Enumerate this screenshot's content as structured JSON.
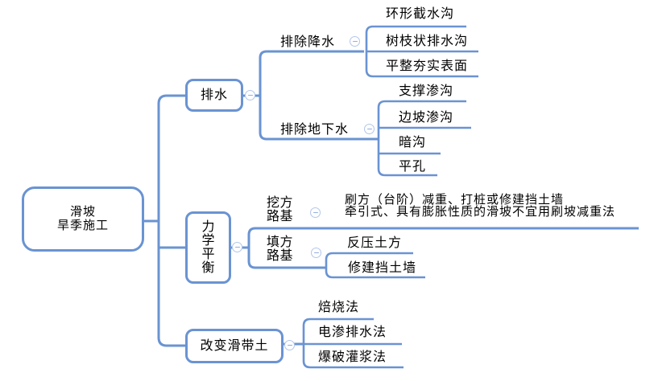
{
  "palette": {
    "line_blue": "#6a93d2",
    "icon_border_blue": "#b3c6ea",
    "icon_glyph_blue": "#93afdf",
    "text": "#000000",
    "background": "#ffffff"
  },
  "icons": {
    "collapse": "minus-circle"
  },
  "root": {
    "line1": "滑坡",
    "line2": "旱季施工"
  },
  "branch_drainage": {
    "label": "排水",
    "rain": {
      "label": "排除降水",
      "items": [
        "环形截水沟",
        "树枝状排水沟",
        "平整夯实表面"
      ]
    },
    "ground": {
      "label": "排除地下水",
      "items": [
        "支撑渗沟",
        "边坡渗沟",
        "暗沟",
        "平孔"
      ]
    }
  },
  "branch_mechanical": {
    "label": "力学平衡",
    "cut": {
      "line1": "挖方",
      "line2": "路基",
      "note_line1": "刷方（台阶）减重、打桩或修建挡土墙",
      "note_line2": "牵引式、具有膨胀性质的滑坡不宜用刷坡减重法"
    },
    "fill": {
      "line1": "填方",
      "line2": "路基",
      "items": [
        "反压土方",
        "修建挡土墙"
      ]
    }
  },
  "branch_slide": {
    "label": "改变滑带土",
    "items": [
      "焙烧法",
      "电渗排水法",
      "爆破灌浆法"
    ]
  }
}
